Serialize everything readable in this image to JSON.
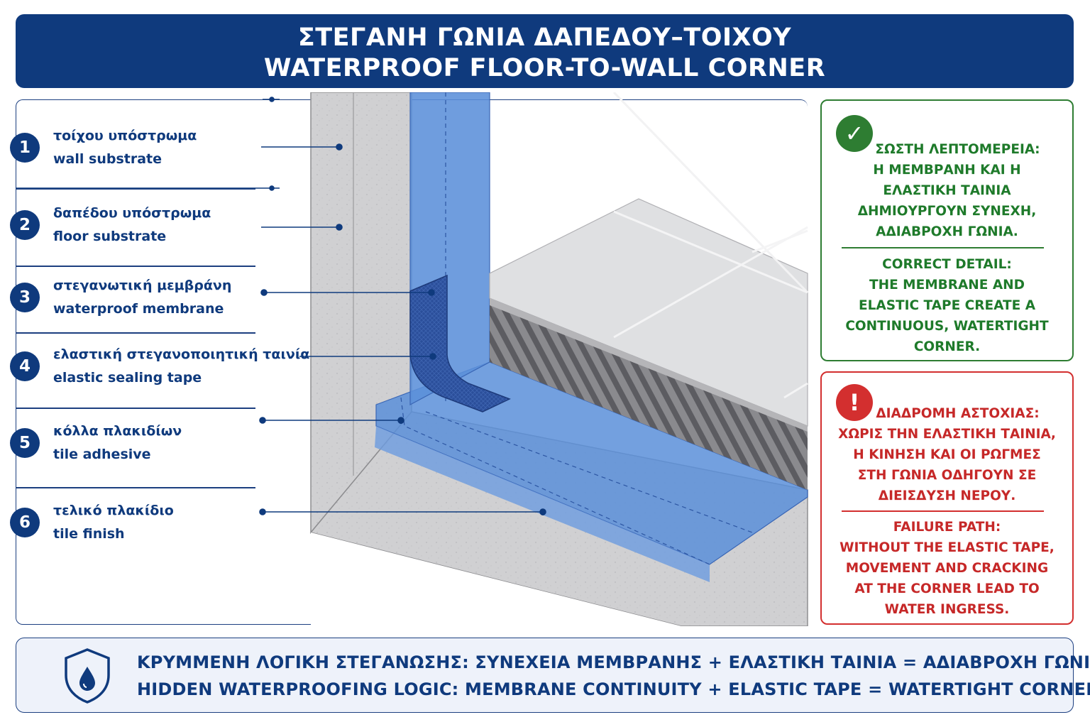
{
  "header": {
    "title_gr": "ΣΤΕΓΑΝΗ ΓΩΝΙΑ ΔΑΠΕΔΟΥ–ΤΟΙΧΟΥ",
    "title_en": "WATERPROOF FLOOR-TO-WALL CORNER"
  },
  "legend": [
    {
      "num": "1",
      "gr": "τοίχου υπόστρωμα",
      "en": "wall substrate"
    },
    {
      "num": "2",
      "gr": "δαπέδου υπόστρωμα",
      "en": "floor substrate"
    },
    {
      "num": "3",
      "gr": "στεγανωτική μεμβράνη",
      "en": "waterproof membrane"
    },
    {
      "num": "4",
      "gr": "ελαστική στεγανοποιητική ταινία",
      "en": "elastic sealing tape"
    },
    {
      "num": "5",
      "gr": "κόλλα πλακιδίων",
      "en": "tile adhesive"
    },
    {
      "num": "6",
      "gr": "τελικό πλακίδιο",
      "en": "tile finish"
    }
  ],
  "correct": {
    "icon": "check-icon",
    "color": "#2e7d32",
    "gr_lines": [
      "ΣΩΣΤΗ ΛΕΠΤΟΜΕΡΕΙΑ:",
      "Η ΜΕΜΒΡΑΝΗ ΚΑΙ Η",
      "ΕΛΑΣΤΙΚΗ ΤΑΙΝΙΑ",
      "ΔΗΜΙΟΥΡΓΟΥΝ ΣΥΝΕΧΗ,",
      "ΑΔΙΑΒΡΟΧΗ ΓΩΝΙΑ."
    ],
    "en_lines": [
      "CORRECT DETAIL:",
      "THE MEMBRANE AND",
      "ELASTIC TAPE CREATE A",
      "CONTINUOUS, WATERTIGHT",
      "CORNER."
    ]
  },
  "failure": {
    "icon": "exclamation-icon",
    "color": "#d32f2f",
    "gr_lines": [
      "ΔΙΑΔΡΟΜΗ ΑΣΤΟΧΙΑΣ:",
      "ΧΩΡΙΣ ΤΗΝ ΕΛΑΣΤΙΚΗ ΤΑΙΝΙΑ,",
      "Η ΚΙΝΗΣΗ ΚΑΙ ΟΙ ΡΩΓΜΕΣ",
      "ΣΤΗ ΓΩΝΙΑ ΟΔΗΓΟΥΝ ΣΕ",
      "ΔΙΕΙΣΔΥΣΗ ΝΕΡΟΥ."
    ],
    "en_lines": [
      "FAILURE PATH:",
      "WITHOUT THE ELASTIC TAPE,",
      "MOVEMENT AND CRACKING",
      "AT THE CORNER LEAD TO",
      "WATER INGRESS."
    ]
  },
  "footer": {
    "icon": "shield-water-drop-icon",
    "line_gr": "ΚΡΥΜΜΕΝΗ ΛΟΓΙΚΗ ΣΤΕΓΑΝΩΣΗΣ: ΣΥΝΕΧΕΙΑ ΜΕΜΒΡΑΝΗΣ + ΕΛΑΣΤΙΚΗ ΤΑΙΝΙΑ = ΑΔΙΑΒΡΟΧΗ ΓΩΝΙΑ",
    "line_en": "HIDDEN WATERPROOFING LOGIC: MEMBRANE CONTINUITY + ELASTIC TAPE  =  WATERTIGHT CORNER"
  },
  "colors": {
    "brand_navy": "#0f3a7d",
    "membrane_blue": "#5b8fd9",
    "tape_blue": "#2a4f9a",
    "concrete": "#cfcfd1",
    "tile": "#dedfe1"
  }
}
